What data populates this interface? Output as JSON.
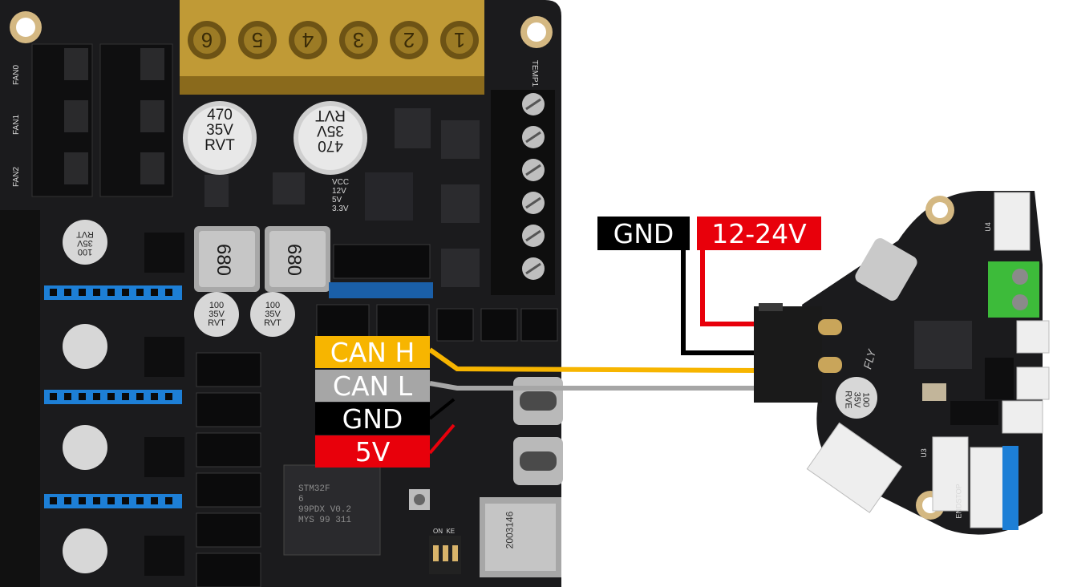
{
  "labels": {
    "can_h": "CAN H",
    "can_l": "CAN L",
    "gnd_left": "GND",
    "v5": "5V",
    "gnd_right": "GND",
    "v12_24": "12-24V"
  },
  "silkscreen": {
    "fan0": "FAN0",
    "fan1": "FAN1",
    "fan2": "FAN2",
    "temp1": "TEMP1",
    "cap_big_1": [
      "470",
      "35V",
      "RVT"
    ],
    "cap_big_2": [
      "470",
      "35V",
      "RVT"
    ],
    "inductor": "680",
    "cap_small": [
      "100",
      "35V",
      "RVT"
    ],
    "vcc": [
      "VCC",
      "12V",
      "5V",
      "3.3V"
    ],
    "mcu": [
      "STM32F",
      "6",
      "99PDX V0.2",
      "MYS 99 311"
    ],
    "sd": "2003146",
    "dip": [
      "ON",
      "KE"
    ],
    "fly": "FLY",
    "toolhead_cap": [
      "100",
      "35V",
      "RVE"
    ],
    "endstop": "ENDSTOP",
    "u4": "U4",
    "u3": "U3"
  },
  "terminal_numbers": [
    "6",
    "5",
    "4",
    "3",
    "2",
    "1"
  ],
  "colors": {
    "can_h": "#f7b500",
    "can_l": "#a6a6a6",
    "gnd": "#000000",
    "v5": "#e8000b",
    "v12_24": "#e8000b",
    "pcb": "#1b1b1d",
    "header_blue": "#1d7fd6",
    "terminal_green": "#3dbb3a"
  }
}
